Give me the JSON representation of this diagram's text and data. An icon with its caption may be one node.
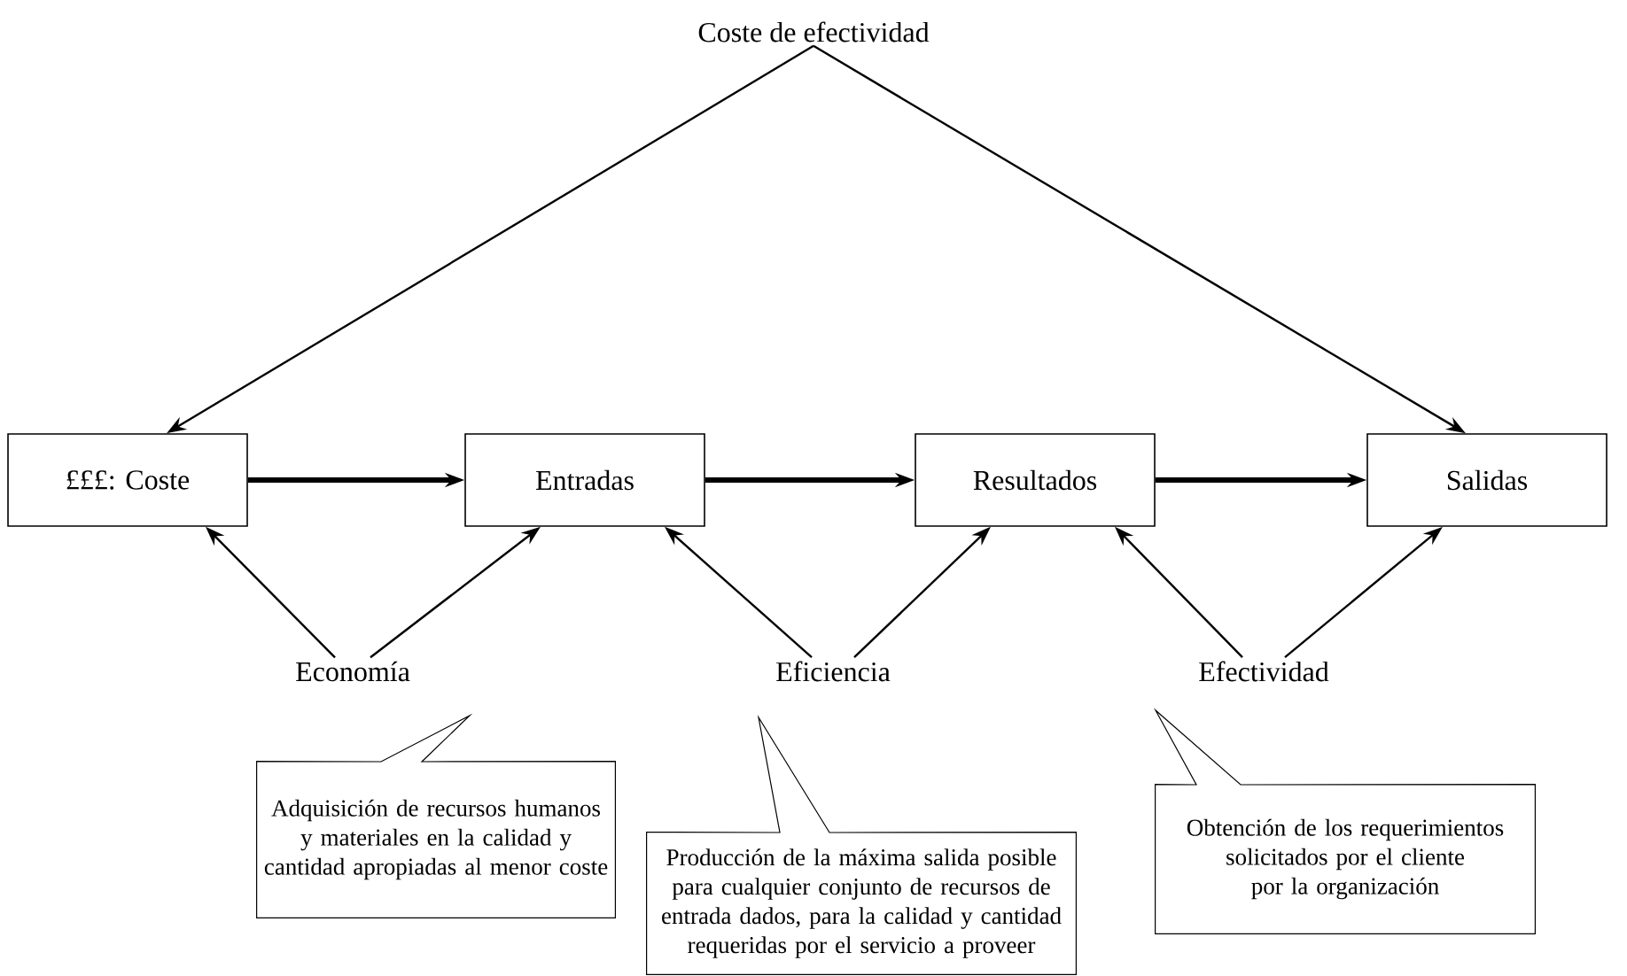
{
  "diagram": {
    "nodes": [
      {
        "text": [
          "Coste de efectividad"
        ]
      },
      {
        "text": [
          "£££: Coste"
        ]
      },
      {
        "text": [
          "Entradas"
        ]
      },
      {
        "text": [
          "Resultados"
        ]
      },
      {
        "text": [
          "Salidas"
        ]
      },
      {
        "text": [
          "Economía"
        ]
      },
      {
        "text": [
          "Eficiencia"
        ]
      },
      {
        "text": [
          "Efectividad"
        ]
      },
      {
        "text": [
          "Adquisición de recursos humanos y materiales en la calidad y cantidad apropiadas al menor coste"
        ]
      },
      {
        "text": [
          "Producción de la máxima salida posible para cualquier conjunto de recursos de entrada dados, para la calidad y cantidad requeridas por el servicio a proveer"
        ]
      },
      {
        "text": [
          "Obtención de los requerimientos solicitados por el cliente por la organización"
        ]
      }
    ],
    "edges": [
      {
        "from": 0,
        "to": 1,
        "arrow": "to"
      },
      {
        "from": 0,
        "to": 4,
        "arrow": "to"
      },
      {
        "from": 1,
        "to": 2,
        "arrow": "to",
        "style": "thick"
      },
      {
        "from": 2,
        "to": 3,
        "arrow": "to",
        "style": "thick"
      },
      {
        "from": 3,
        "to": 4,
        "arrow": "to",
        "style": "thick"
      },
      {
        "from": 5,
        "to": 1,
        "arrow": "to"
      },
      {
        "from": 5,
        "to": 2,
        "arrow": "to"
      },
      {
        "from": 6,
        "to": 2,
        "arrow": "to"
      },
      {
        "from": 6,
        "to": 3,
        "arrow": "to"
      },
      {
        "from": 7,
        "to": 3,
        "arrow": "to"
      },
      {
        "from": 7,
        "to": 4,
        "arrow": "to"
      }
    ]
  }
}
